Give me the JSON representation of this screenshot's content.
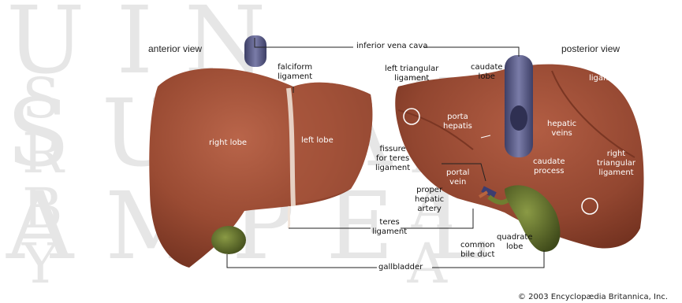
{
  "watermark": {
    "line1": "UIN SUNAN AMPEL",
    "line2": "S U R A B A Y A"
  },
  "views": {
    "anterior": "anterior view",
    "posterior": "posterior view"
  },
  "labels": {
    "inferior_vena_cava": "inferior vena cava",
    "falciform_ligament": "falciform\nligament",
    "right_lobe": "right lobe",
    "left_lobe": "left lobe",
    "left_triangular_ligament": "left triangular\nligament",
    "caudate_lobe": "caudate\nlobe",
    "coronary_ligament": "coronary\nligament",
    "porta_hepatis": "porta\nhepatis",
    "hepatic_veins": "hepatic\nveins",
    "fissure_teres": "fissure\nfor teres\nligament",
    "caudate_process": "caudate\nprocess",
    "right_triangular_ligament": "right\ntriangular\nligament",
    "portal_vein": "portal\nvein",
    "proper_hepatic_artery": "proper\nhepatic\nartery",
    "teres_ligament": "teres\nligament",
    "common_bile_duct": "common\nbile duct",
    "quadrate_lobe": "quadrate\nlobe",
    "gallbladder": "gallbladder"
  },
  "copyright": "© 2003 Encyclopædia Britannica, Inc.",
  "colors": {
    "liver": "#9a4b33",
    "liver_dark": "#6e2f1e",
    "ivc": "#55577f",
    "gallbladder": "#5e6e2a",
    "leader": "#222222"
  }
}
